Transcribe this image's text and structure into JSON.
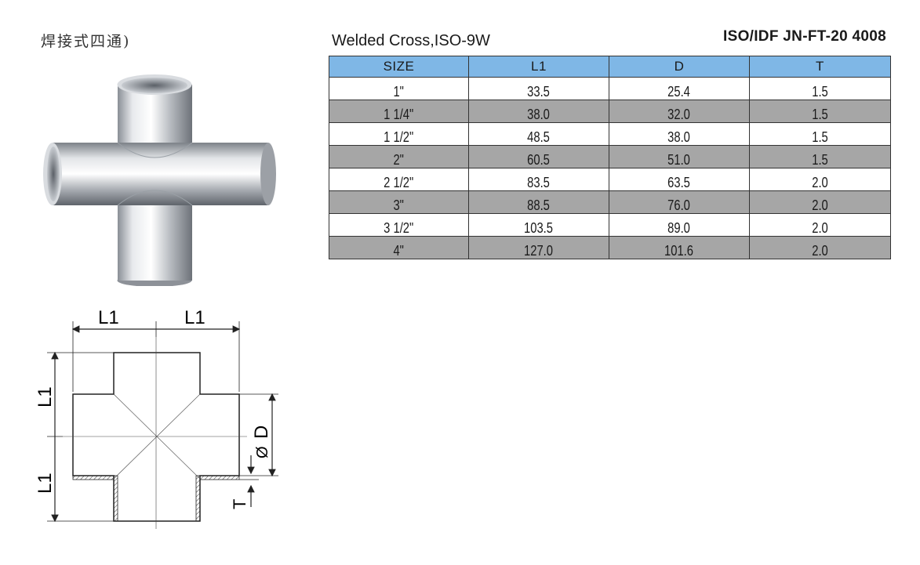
{
  "heading_cn": "焊接式四通)",
  "table": {
    "title": "Welded Cross,ISO-9W",
    "standard": "ISO/IDF  JN-FT-20 4008",
    "columns": [
      "SIZE",
      "L1",
      "D",
      "T"
    ],
    "rows": [
      [
        "1\"",
        "33.5",
        "25.4",
        "1.5"
      ],
      [
        "1 1/4\"",
        "38.0",
        "32.0",
        "1.5"
      ],
      [
        "1 1/2\"",
        "48.5",
        "38.0",
        "1.5"
      ],
      [
        "2\"",
        "60.5",
        "51.0",
        "1.5"
      ],
      [
        "2 1/2\"",
        "83.5",
        "63.5",
        "2.0"
      ],
      [
        "3\"",
        "88.5",
        "76.0",
        "2.0"
      ],
      [
        "3 1/2\"",
        "103.5",
        "89.0",
        "2.0"
      ],
      [
        "4\"",
        "127.0",
        "101.6",
        "2.0"
      ]
    ]
  },
  "drawing": {
    "label_l1": "L1",
    "label_d": "D",
    "label_dia": "Ø",
    "label_t": "T"
  }
}
